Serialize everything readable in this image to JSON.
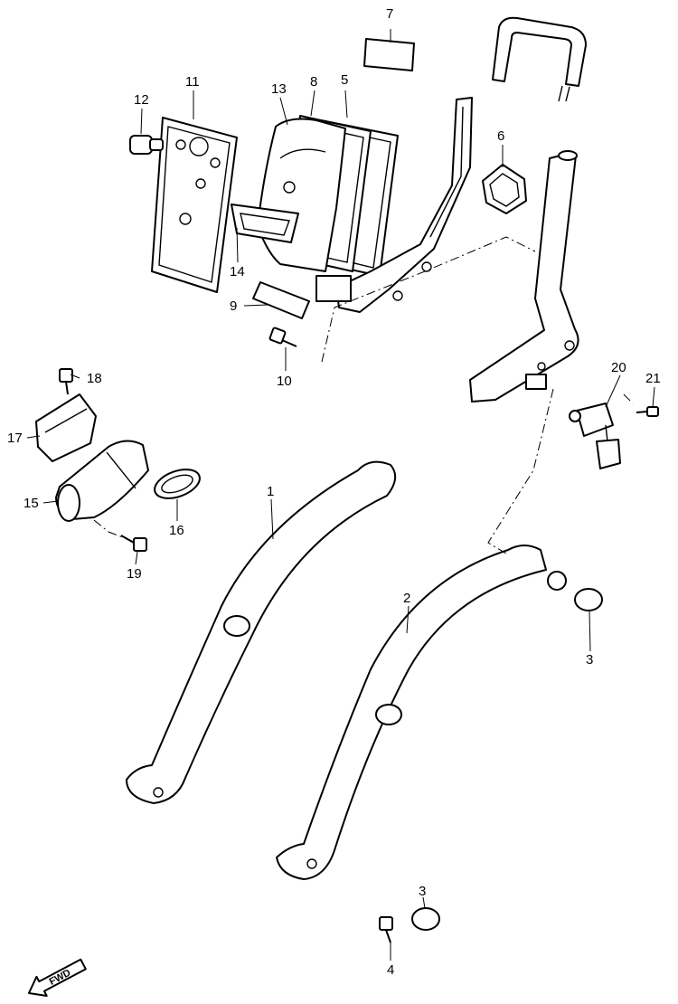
{
  "diagram": {
    "callouts": [
      {
        "id": "c1",
        "text": "1"
      },
      {
        "id": "c2",
        "text": "2"
      },
      {
        "id": "c3a",
        "text": "3"
      },
      {
        "id": "c3b",
        "text": "3"
      },
      {
        "id": "c4",
        "text": "4"
      },
      {
        "id": "c5",
        "text": "5"
      },
      {
        "id": "c6",
        "text": "6"
      },
      {
        "id": "c7",
        "text": "7"
      },
      {
        "id": "c8",
        "text": "8"
      },
      {
        "id": "c9",
        "text": "9"
      },
      {
        "id": "c10",
        "text": "10"
      },
      {
        "id": "c11",
        "text": "11"
      },
      {
        "id": "c12",
        "text": "12"
      },
      {
        "id": "c13",
        "text": "13"
      },
      {
        "id": "c14",
        "text": "14"
      },
      {
        "id": "c15",
        "text": "15"
      },
      {
        "id": "c16",
        "text": "16"
      },
      {
        "id": "c17",
        "text": "17"
      },
      {
        "id": "c18",
        "text": "18"
      },
      {
        "id": "c19",
        "text": "19"
      },
      {
        "id": "c20",
        "text": "20"
      },
      {
        "id": "c21",
        "text": "21"
      }
    ],
    "direction_label": "FWD"
  }
}
